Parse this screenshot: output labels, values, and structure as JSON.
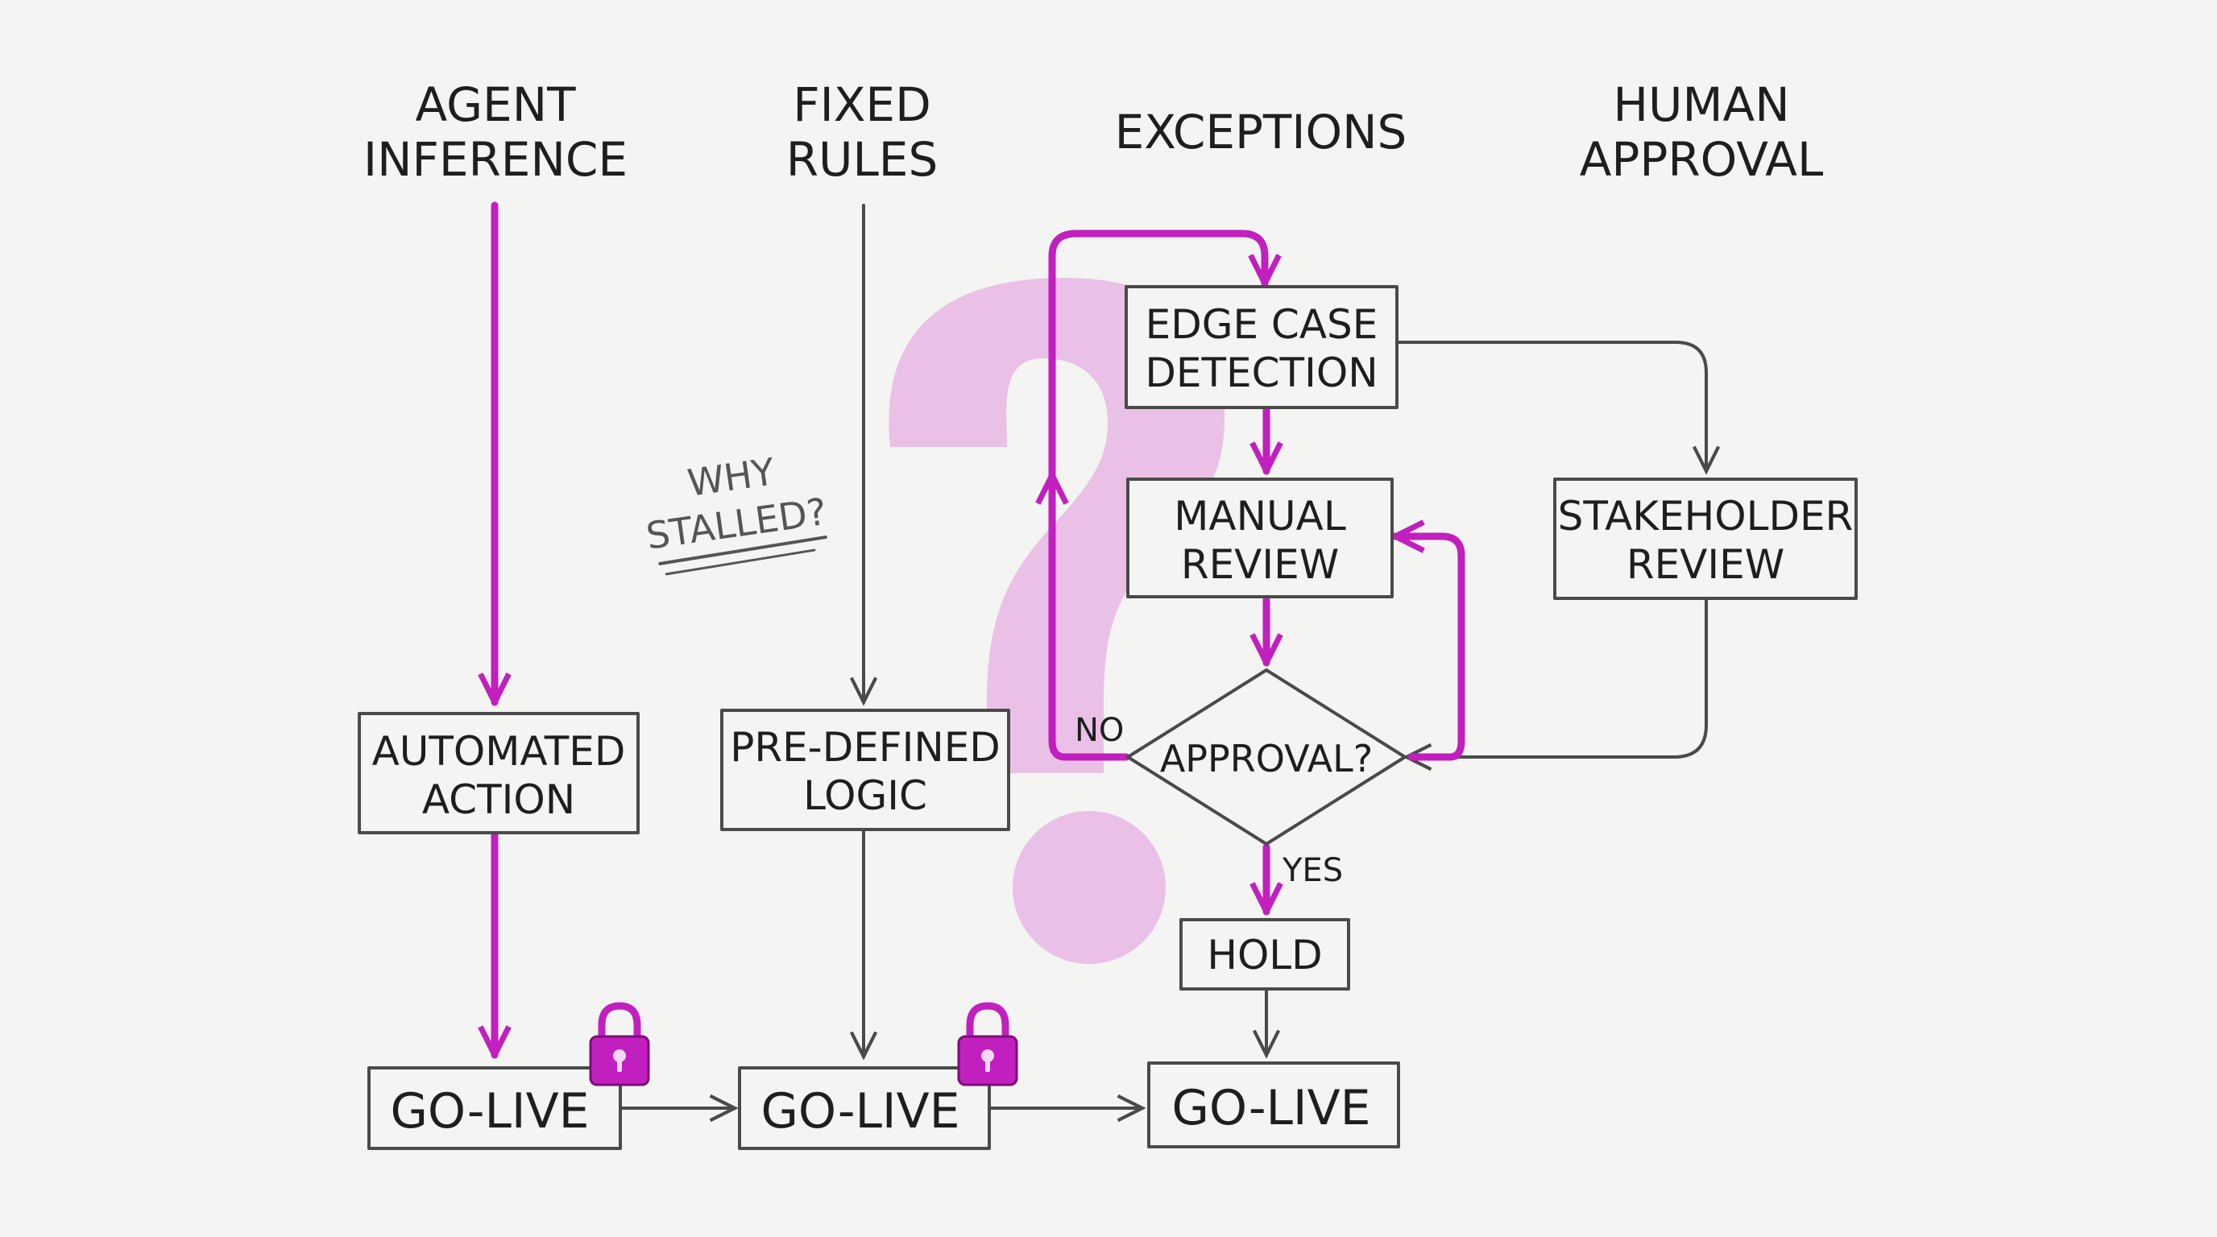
{
  "colors": {
    "background": "#f4f4f3",
    "ink": "#4a4a4a",
    "accent": "#c21fbf",
    "question_mark": "#e8b6e3"
  },
  "columns": {
    "agent_inference": [
      "AGENT",
      "INFERENCE"
    ],
    "fixed_rules": [
      "FIXED",
      "RULES"
    ],
    "exceptions": [
      "EXCEPTIONS"
    ],
    "human_approval": [
      "HUMAN",
      "APPROVAL"
    ]
  },
  "nodes": {
    "automated_action": [
      "AUTOMATED",
      "ACTION"
    ],
    "pre_defined_logic": [
      "PRE-DEFINED",
      "LOGIC"
    ],
    "edge_case_detection": [
      "EDGE CASE",
      "DETECTION"
    ],
    "manual_review": [
      "MANUAL",
      "REVIEW"
    ],
    "stakeholder_review": [
      "STAKEHOLDER",
      "REVIEW"
    ],
    "approval": "APPROVAL?",
    "hold": "HOLD",
    "go_live_1": "GO-LIVE",
    "go_live_2": "GO-LIVE",
    "go_live_3": "GO-LIVE"
  },
  "edge_labels": {
    "no": "NO",
    "yes": "YES"
  },
  "annotation": [
    "WHY",
    "STALLED?"
  ],
  "icons": [
    "lock-icon",
    "lock-icon",
    "question-mark-icon"
  ]
}
